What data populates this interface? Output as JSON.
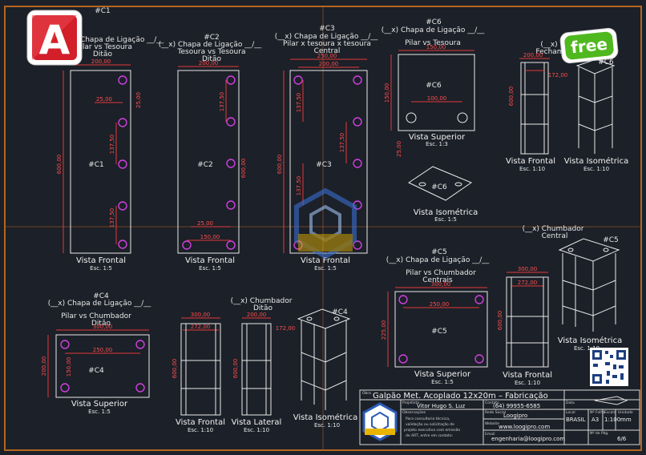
{
  "app": {
    "logo_letter": "A",
    "badge": "free"
  },
  "colors": {
    "background": "#1c2028",
    "frame": "#b6651f",
    "dimension": "#e23a3a",
    "hole": "#d040e0",
    "autocad_red": "#d21f2a",
    "badge_green": "#4fb81e"
  },
  "c1": {
    "tag": "#C1",
    "title": "(__x) Chapa de Ligação __/__",
    "sub1": "Pilar vs Tesoura",
    "sub2": "Ditão",
    "center": "#C1",
    "view": "Vista Frontal",
    "scale": "Esc. 1:5",
    "d_top": "200,00",
    "d_h": "600,00",
    "d_1": "25,00",
    "d_2": "137,50",
    "d_3": "137,50",
    "d_4": "25,00"
  },
  "c2": {
    "tag": "#C2",
    "title": "(__x) Chapa de Ligação __/__",
    "sub1": "Tesoura vs Tesoura",
    "sub2": "Ditão",
    "center": "#C2",
    "view": "Vista Frontal",
    "scale": "Esc. 1:5",
    "d_top": "200,00",
    "d_h": "600,00",
    "d_1": "137,50",
    "d_2": "25,00",
    "d_3": "150,00"
  },
  "c3": {
    "tag": "#C3",
    "title": "(__x) Chapa de Ligação __/__",
    "sub1": "Pilar x tesoura x tesoura",
    "sub2": "Central",
    "center": "#C3",
    "view": "Vista Frontal",
    "scale": "Esc. 1:5",
    "d_top1": "250,00",
    "d_top2": "200,00",
    "d_h": "600,00",
    "d_1": "137,50",
    "d_2": "137,50",
    "d_3": "137,50"
  },
  "c6": {
    "tag": "#C6",
    "title": "(__x) Chapa de Ligação __/__",
    "sub1": "Pilar vs Tesoura",
    "center": "#C6",
    "view1": "Vista Superior",
    "scale1": "Esc. 1:3",
    "view2": "Vista Isométrica",
    "scale2": "Esc. 1:5",
    "d_w": "150,00",
    "d_h": "150,00",
    "d_1": "100,00",
    "d_2": "25,00"
  },
  "c6b": {
    "title": "(__x)",
    "sub": "Fecham",
    "tag": "#C6",
    "view1": "Vista Frontal",
    "scale1": "Esc. 1:10",
    "view2": "Vista Isométrica",
    "scale2": "Esc. 1:10",
    "d_1": "172,00",
    "d_2": "600,00",
    "d_top": "200,00"
  },
  "c4": {
    "tag": "#C4",
    "title": "(__x) Chapa de Ligação __/__",
    "sub1": "Pilar vs Chumbador",
    "sub2": "Ditão",
    "center": "#C4",
    "view": "Vista Superior",
    "scale": "Esc. 1:5",
    "d_w": "300,00",
    "d_1": "250,00",
    "d_h": "200,00",
    "d_2": "150,00"
  },
  "c4b": {
    "title": "(__x) Chumbador",
    "sub": "Ditão",
    "tag": "#C4",
    "view1": "Vista Frontal",
    "scale1": "Esc. 1:10",
    "view2": "Vista Lateral",
    "scale2": "Esc. 1:10",
    "view3": "Vista Isométrica",
    "scale3": "Esc. 1:10",
    "d_1": "300,00",
    "d_2": "272,00",
    "d_3": "200,00",
    "d_4": "172,00",
    "d_5": "600,00",
    "d_6": "600,00"
  },
  "c5": {
    "tag": "#C5",
    "title": "(__x) Chapa de Ligação __/__",
    "sub1": "Pilar vs Chumbador",
    "sub2": "Centrais",
    "center": "#C5",
    "view": "Vista Superior",
    "scale": "Esc. 1:5",
    "d_w": "300,00",
    "d_1": "250,00",
    "d_h": "225,00"
  },
  "c5b": {
    "title": "(__x) Chumbador",
    "sub": "Central",
    "tag": "#C5",
    "view1": "Vista Frontal",
    "scale1": "Esc. 1:10",
    "view2": "Vista Isométrica",
    "scale2": "Esc. 1:10",
    "d_1": "300,00",
    "d_2": "272,00",
    "d_3": "600,00"
  },
  "titleblock": {
    "main": "Galpão Met. Acoplado 12x20m – Fabricação",
    "lbl_projetista": "Projetista",
    "projetista": "Vitor Hugo S. Luz",
    "lbl_contato": "Contato",
    "contato": "(64) 99955-6585",
    "lbl_obs": "Observações",
    "obs1": "Para consultoria técnica,",
    "obs2": "validação ou solicitação de",
    "obs3": "projeto executivo com emissão",
    "obs4": "de ART, entre em contato:",
    "lbl_rede": "Rede Social",
    "rede": "Loogipro",
    "lbl_website": "Website",
    "website": "www.loogipro.com",
    "lbl_email": "Email",
    "email": "engenharia@loogipro.com",
    "lbl_local": "Local",
    "local": "BRASIL",
    "lbl_folha": "Nº Folha",
    "folha": "A3",
    "lbl_escala": "Escala",
    "escala": "1:100",
    "lbl_unidade": "Unidade",
    "unidade": "mm",
    "lbl_pag": "Nº de Pág.",
    "pag": "6/6",
    "lbl_data": "Data"
  }
}
